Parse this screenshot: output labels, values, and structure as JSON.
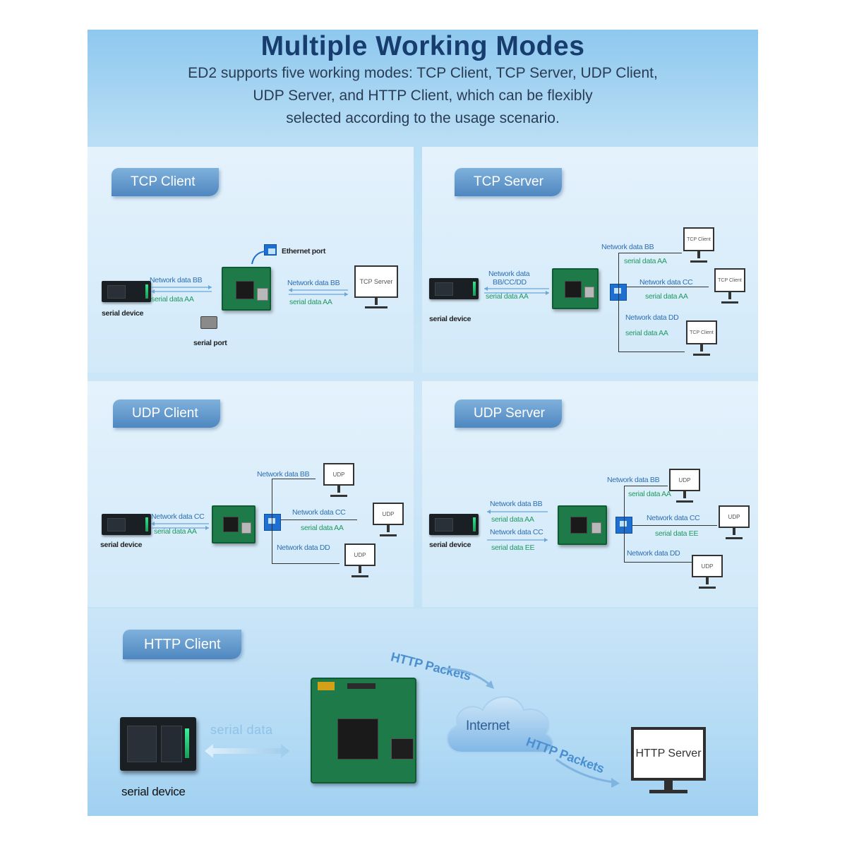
{
  "header": {
    "title": "Multiple Working Modes",
    "subtitle_lines": [
      "ED2 supports five working modes: TCP Client, TCP Server, UDP Client,",
      "UDP Server, and HTTP Client, which can be flexibly",
      "selected according to the usage scenario."
    ]
  },
  "tcp_client": {
    "tag": "TCP Client",
    "ethernet_port": "Ethernet port",
    "serial_port": "serial port",
    "serial_device": "serial device",
    "left_net": "Network data BB",
    "left_serial": "serial data AA",
    "right_net": "Network data BB",
    "right_serial": "serial data AA",
    "server_label": "TCP Server"
  },
  "tcp_server": {
    "tag": "TCP Server",
    "serial_device": "serial device",
    "left_net_1": "Network data",
    "left_net_2": "BB/CC/DD",
    "left_serial": "serial data AA",
    "b1_net": "Network data BB",
    "b1_serial": "serial data AA",
    "b2_net": "Network data CC",
    "b2_serial": "serial data AA",
    "b3_net": "Network data DD",
    "b3_serial": "serial data AA",
    "client_label": "TCP Client"
  },
  "udp_client": {
    "tag": "UDP Client",
    "serial_device": "serial device",
    "left_net": "Network data CC",
    "left_serial": "serial data AA",
    "b1_net": "Network data BB",
    "b2_net": "Network data CC",
    "b2_serial": "serial data AA",
    "b3_net": "Network data DD",
    "udp_label": "UDP"
  },
  "udp_server": {
    "tag": "UDP Server",
    "serial_device": "serial device",
    "left_net_1": "Network data BB",
    "left_serial_1": "serial data AA",
    "left_net_2": "Network data CC",
    "left_serial_2": "serial data EE",
    "b1_net": "Network data BB",
    "b1_serial": "serial data AA",
    "b2_net": "Network data CC",
    "b2_serial": "serial data EE",
    "b3_net": "Network data DD",
    "udp_label": "UDP"
  },
  "http_client": {
    "tag": "HTTP Client",
    "serial_data": "serial data",
    "serial_device": "serial device",
    "packets_top": "HTTP Packets",
    "packets_bottom": "HTTP Packets",
    "internet": "Internet",
    "server_label": "HTTP Server"
  }
}
